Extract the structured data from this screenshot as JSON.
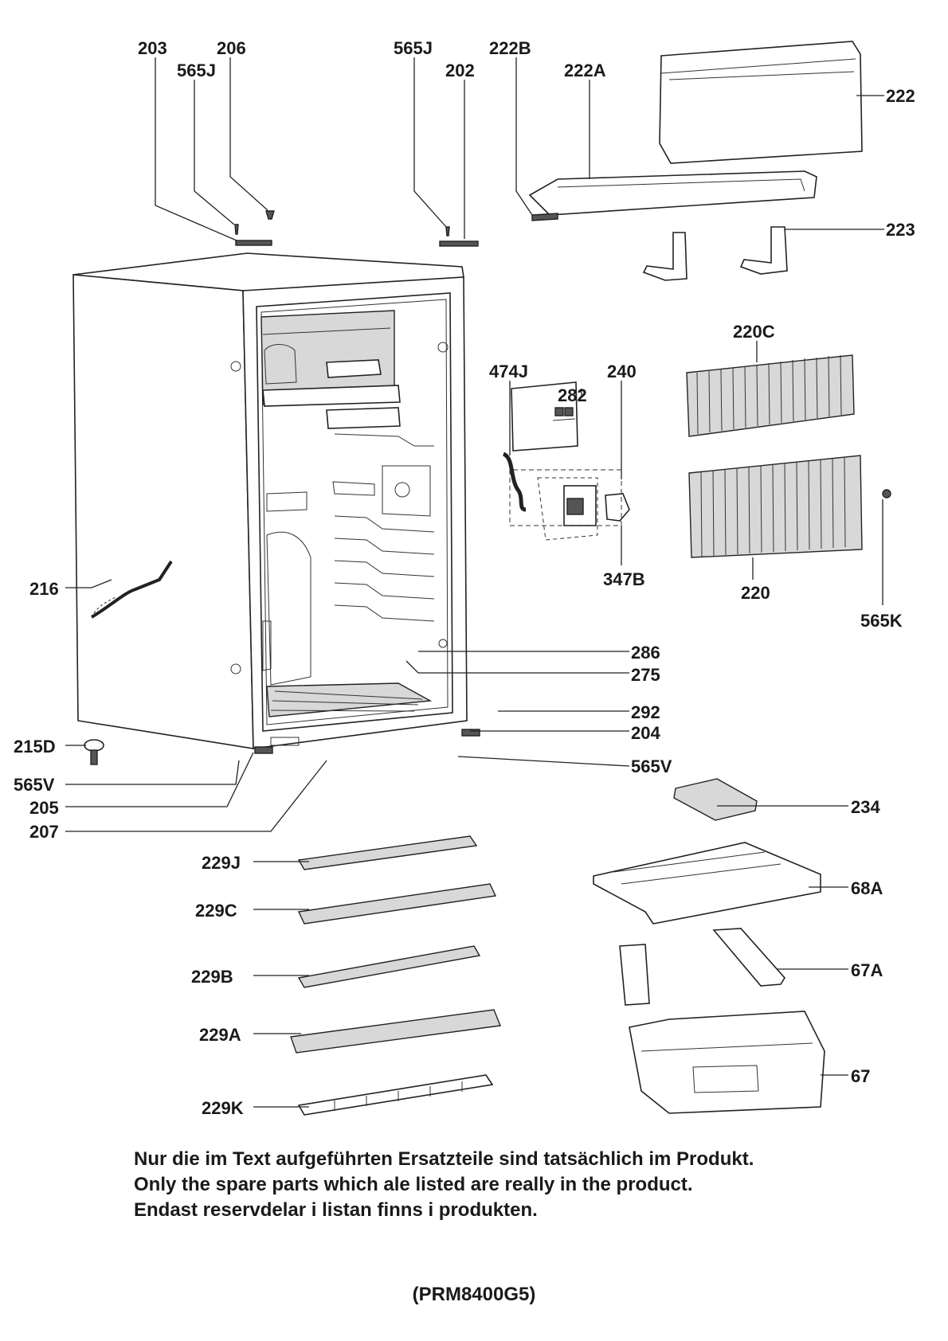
{
  "labels": {
    "p203": "203",
    "p206": "206",
    "p565J_a": "565J",
    "p565J_b": "565J",
    "p222B": "222B",
    "p202": "202",
    "p222A": "222A",
    "p222": "222",
    "p223": "223",
    "p220C": "220C",
    "p474J": "474J",
    "p240": "240",
    "p282": "282",
    "p347B": "347B",
    "p220": "220",
    "p565K": "565K",
    "p216": "216",
    "p286": "286",
    "p275": "275",
    "p292": "292",
    "p204": "204",
    "p215D": "215D",
    "p565V_a": "565V",
    "p565V_b": "565V",
    "p205": "205",
    "p207": "207",
    "p234": "234",
    "p229J": "229J",
    "p229C": "229C",
    "p229B": "229B",
    "p229A": "229A",
    "p229K": "229K",
    "p68A": "68A",
    "p67A": "67A",
    "p67": "67"
  },
  "notes": {
    "line_de": "Nur die im Text aufgeführten Ersatzteile sind tatsächlich im Produkt.",
    "line_en": "Only the spare parts which ale listed are really in the product.",
    "line_sv": "Endast reservdelar i listan finns i produkten."
  },
  "model": "(PRM8400G5)"
}
